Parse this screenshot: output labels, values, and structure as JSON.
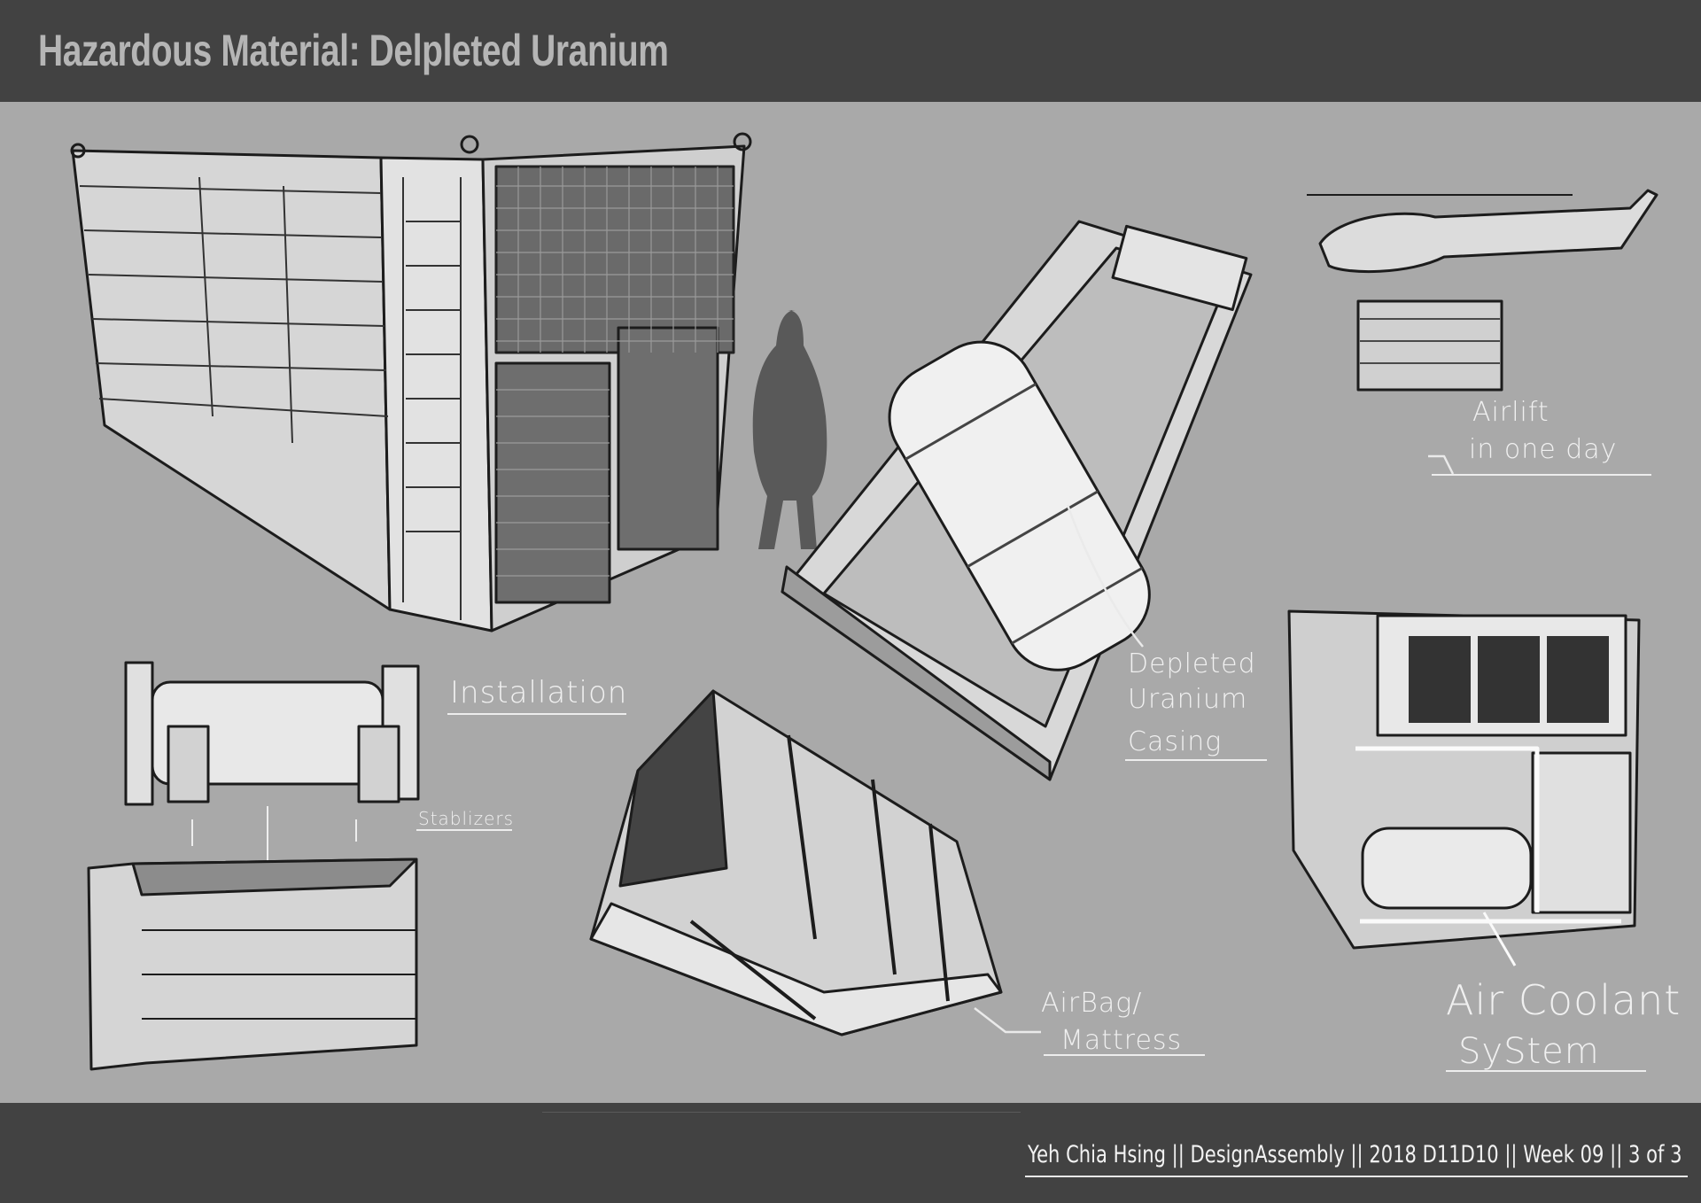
{
  "header": {
    "title": "Hazardous Material: Delpleted Uranium"
  },
  "annotations": {
    "installation": "Installation",
    "stabilizers": "Stablizers",
    "casing": [
      "Depleted",
      "Uranium",
      "Casing"
    ],
    "airlift": [
      "Airlift",
      "in one day"
    ],
    "airbag": [
      "AirBag/",
      "Mattress"
    ],
    "coolant": [
      "Air Coolant",
      "SyStem"
    ]
  },
  "footer": {
    "credit": "Yeh Chia Hsing || DesignAssembly || 2018 D11D10 || Week 09 || 3 of 3"
  },
  "colors": {
    "header_bg": "#424242",
    "canvas_bg": "#a9a9a9",
    "title": "#b5b5b5",
    "annotation": "#f0f0f0"
  }
}
